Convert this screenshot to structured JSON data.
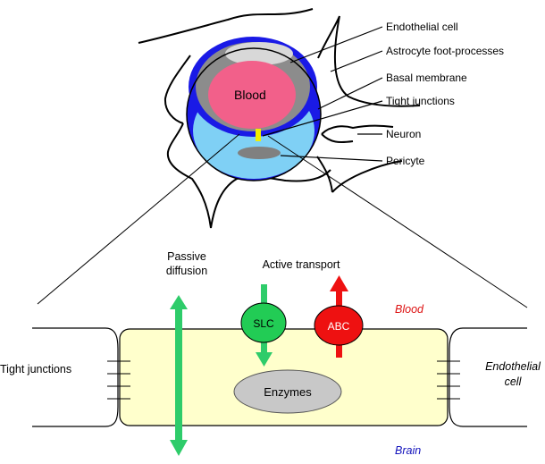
{
  "top_labels": {
    "endothelial_cell": "Endothelial cell",
    "astrocyte": "Astrocyte foot-processes",
    "basal_membrane": "Basal membrane",
    "tight_junctions": "Tight junctions",
    "neuron": "Neuron",
    "pericyte": "Pericyte",
    "blood": "Blood"
  },
  "bottom_labels": {
    "passive_line1": "Passive",
    "passive_line2": "diffusion",
    "active_transport": "Active transport",
    "slc": "SLC",
    "abc": "ABC",
    "enzymes": "Enzymes",
    "blood_side": "Blood",
    "brain_side": "Brain",
    "tight_junctions": "Tight junctions",
    "endothelial_line1": "Endothelial",
    "endothelial_line2": "cell"
  },
  "colors": {
    "vessel_blue": "#1a1ae6",
    "lumen_grey": "#8c8c8c",
    "blood_pink": "#f2608a",
    "pericyte_cyan": "#7fd0f5",
    "tight_junction_yellow": "#f2ee00",
    "cell_yellow": "#ffffcc",
    "green_arrow": "#2ecc6a",
    "red_arrow": "#ee1111",
    "enzymes_grey": "#c8c8c8",
    "blood_text": "#dd1111",
    "brain_text": "#1111bb"
  }
}
